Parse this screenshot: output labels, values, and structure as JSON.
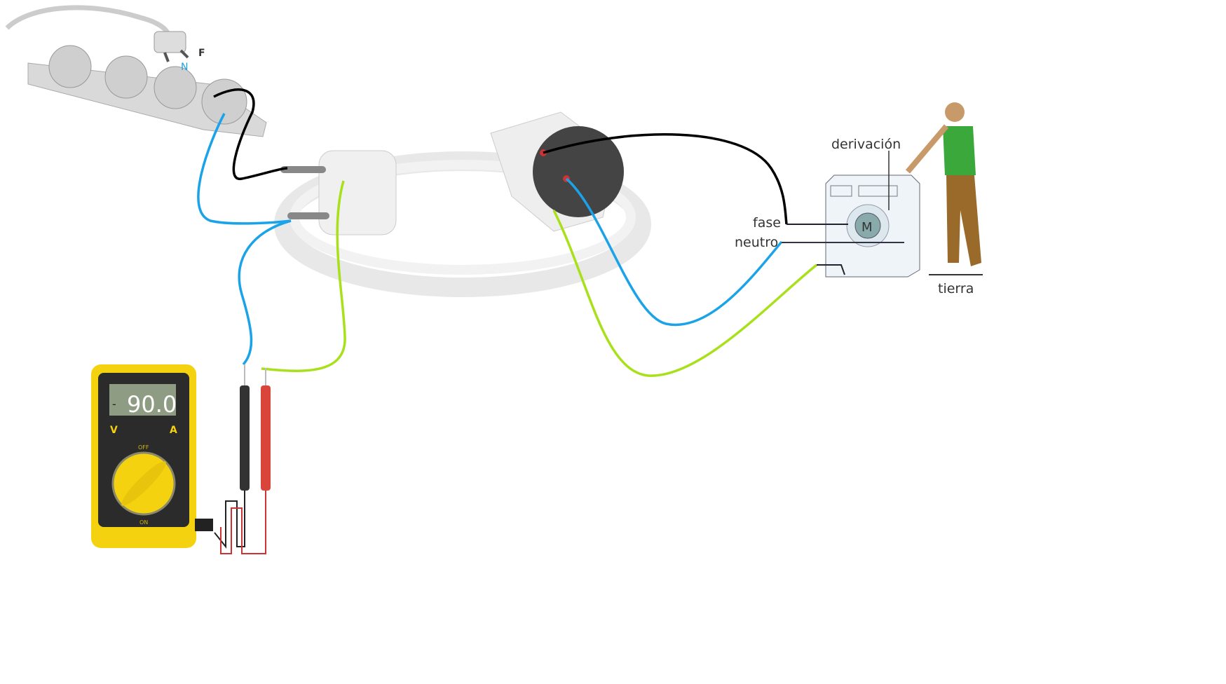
{
  "power_strip": {
    "label_phase": "F",
    "label_neutral": "N"
  },
  "multimeter": {
    "display_sign": "-",
    "display_value": "90.0",
    "label_volts": "V",
    "label_amps": "A",
    "dial_off": "OFF",
    "dial_on": "ON"
  },
  "appliance": {
    "label_derivacion": "derivación",
    "label_fase": "fase",
    "label_neutro": "neutro",
    "label_tierra": "tierra",
    "motor_label": "M"
  },
  "colors": {
    "phase": "#000000",
    "neutral": "#1aa3e8",
    "earth": "#a8e01a",
    "meter_body": "#f5d20f"
  }
}
